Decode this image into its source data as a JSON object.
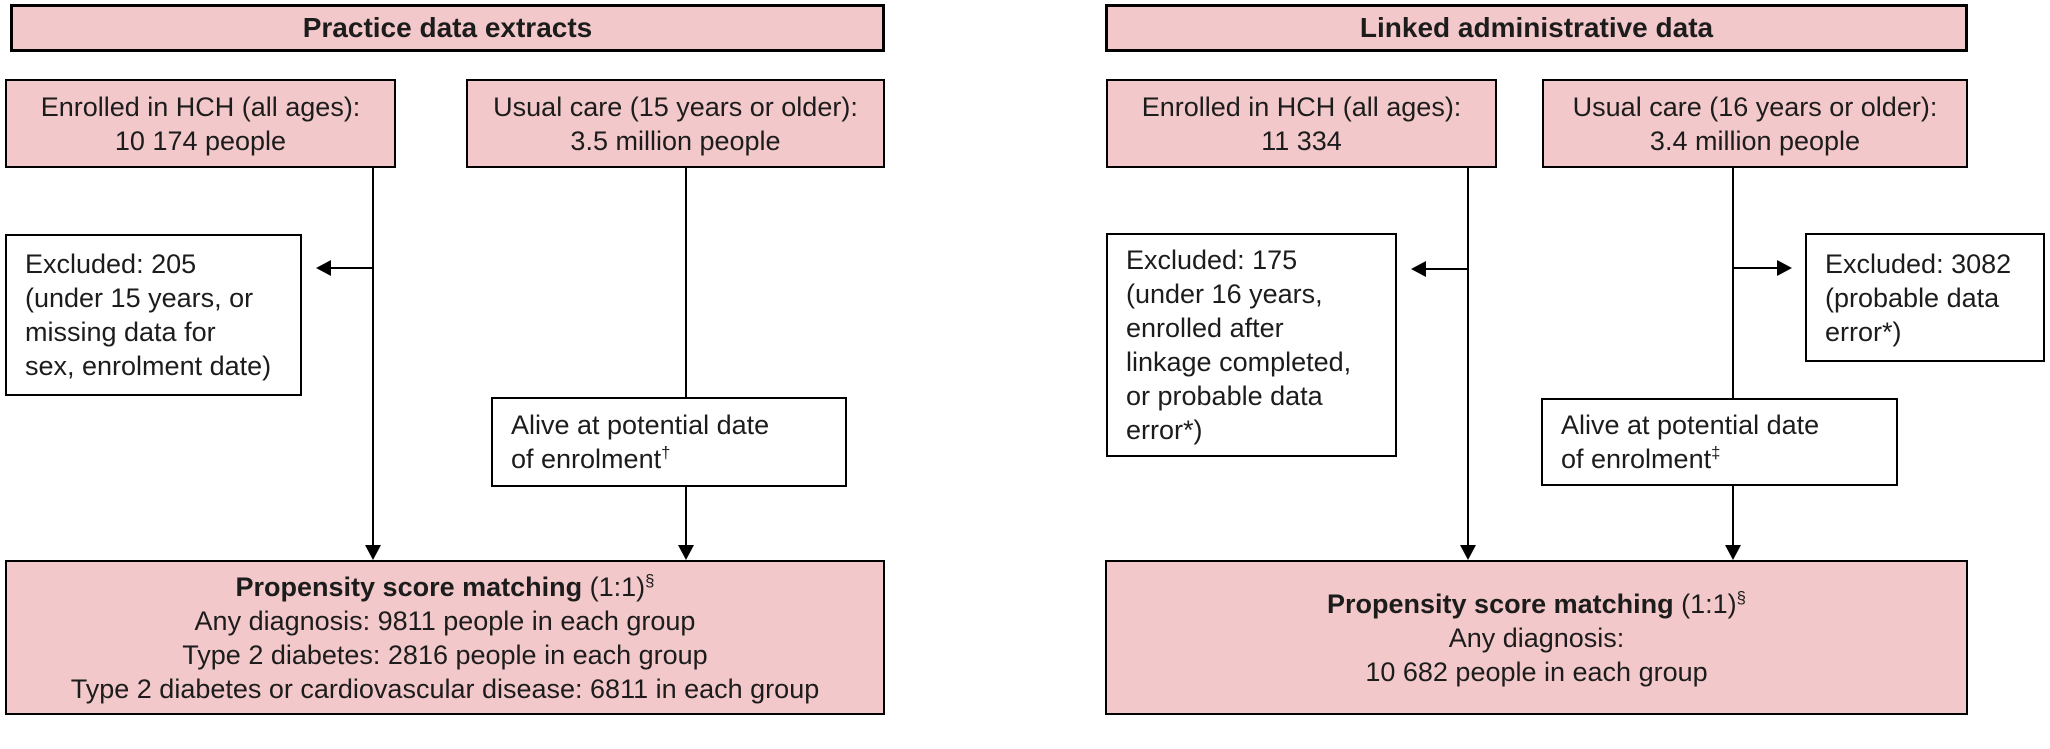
{
  "colors": {
    "box_fill": "#f2c8ca",
    "border": "#000000",
    "text": "#1c1c1c"
  },
  "panels": [
    {
      "title": "Practice data extracts",
      "enrolled_box": {
        "text": "Enrolled in HCH (all ages):\n10 174 people"
      },
      "usual_care_box": {
        "text": "Usual care (15 years or older):\n3.5 million people"
      },
      "excluded_box": {
        "text": "Excluded: 205\n(under 15 years, or\nmissing data for\nsex, enrolment date)"
      },
      "alive_box": {
        "text": "Alive at potential date\nof enrolment",
        "footnote": "†"
      },
      "matching_box": {
        "title_bold": "Propensity score matching",
        "title_regular": " (1:1)",
        "title_footnote": "§",
        "lines": "Any diagnosis: 9811 people in each group\nType 2 diabetes: 2816 people in each group\nType 2 diabetes or cardiovascular disease: 6811 in each group"
      }
    },
    {
      "title": "Linked administrative data",
      "enrolled_box": {
        "text": "Enrolled in HCH (all ages):\n11 334"
      },
      "usual_care_box": {
        "text": "Usual care (16 years or older):\n3.4 million people"
      },
      "excluded_box": {
        "text": "Excluded: 175\n(under 16 years,\nenrolled after\nlinkage completed,\nor probable data\nerror*)"
      },
      "excluded_box_2": {
        "text": "Excluded: 3082\n(probable data\nerror*)"
      },
      "alive_box": {
        "text": "Alive at potential date\nof enrolment",
        "footnote": "‡"
      },
      "matching_box": {
        "title_bold": "Propensity score matching",
        "title_regular": " (1:1)",
        "title_footnote": "§",
        "lines": "Any diagnosis:\n10 682 people in each group"
      }
    }
  ]
}
